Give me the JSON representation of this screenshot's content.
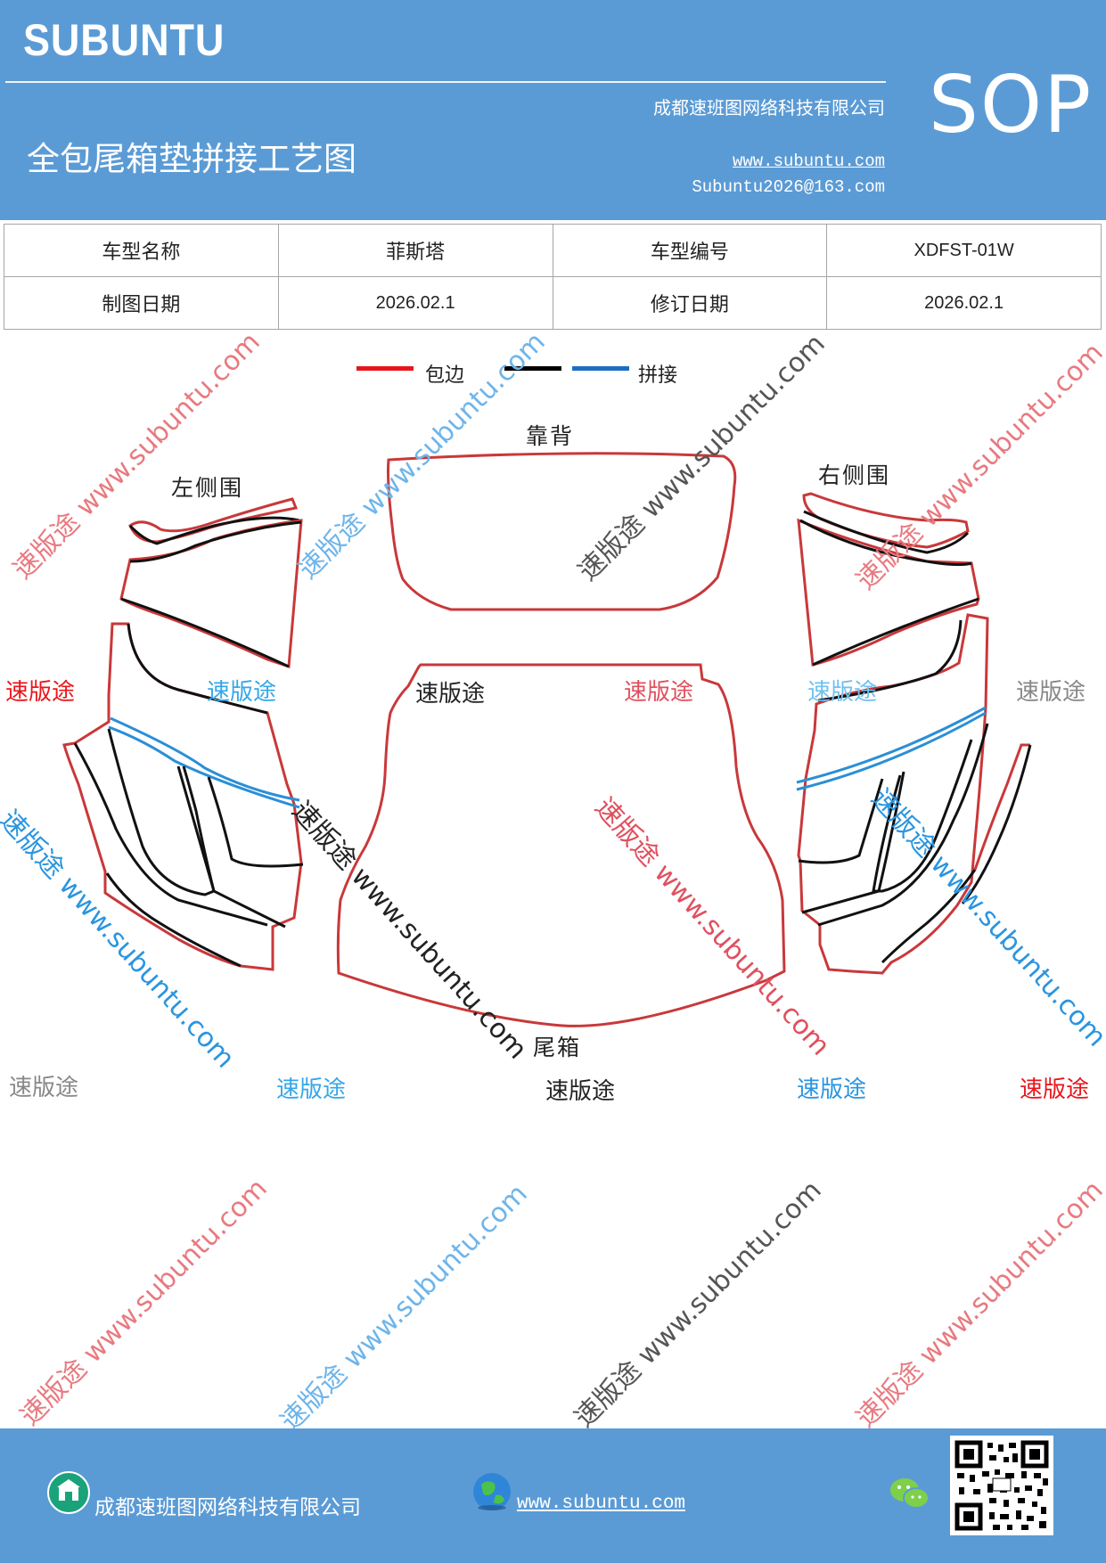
{
  "header": {
    "brand": "SUBUNTU",
    "company": "成都速班图网络科技有限公司",
    "title": "全包尾箱垫拼接工艺图",
    "url": "www.subuntu.com",
    "email": "Subuntu2026@163.com",
    "badge": "SOP"
  },
  "info_table": {
    "row1": [
      "车型名称",
      "菲斯塔",
      "车型编号",
      "XDFST-01W"
    ],
    "row2": [
      "制图日期",
      "2026.02.1",
      "修订日期",
      "2026.02.1"
    ]
  },
  "legend": {
    "edge_label": "包边",
    "splice_label": "拼接",
    "colors": {
      "edge": "#e8161c",
      "black": "#000000",
      "splice": "#1c6fc0"
    }
  },
  "parts": {
    "back": "靠背",
    "left": "左侧围",
    "right": "右侧围",
    "trunk": "尾箱"
  },
  "watermarks": {
    "brand": "速版途",
    "diagonal": "速版途 www.subuntu.com",
    "vertical_chars": [
      "速",
      "版",
      "途"
    ]
  },
  "footer": {
    "company": "成都速班图网络科技有限公司",
    "url": "www.subuntu.com"
  }
}
